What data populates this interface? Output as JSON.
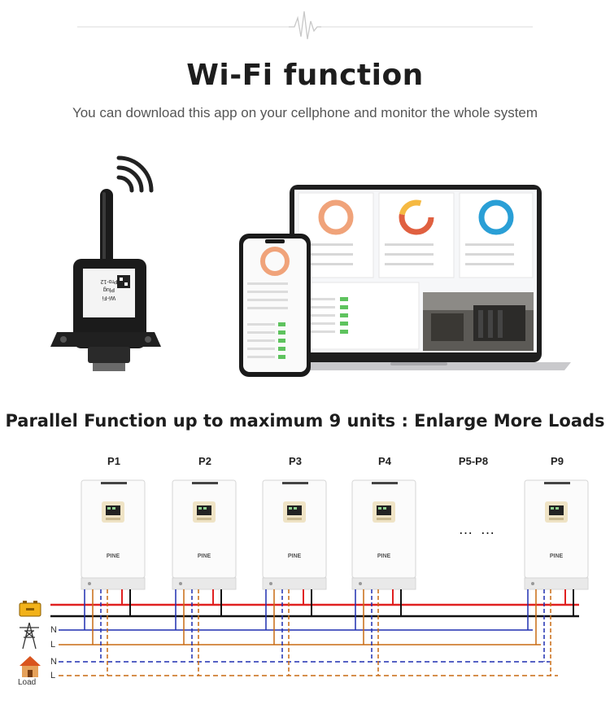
{
  "title": "Wi-Fi function",
  "subtitle": "You can download this app on your cellphone and monitor the whole system",
  "section2_title": "Parallel Function up to maximum 9 units : Enlarge More Loads",
  "units": [
    "P1",
    "P2",
    "P3",
    "P4",
    "P5-P8",
    "P9"
  ],
  "ellipsis": "… …",
  "wire_labels": {
    "grid_n": "N",
    "grid_l": "L",
    "load_n": "N",
    "load_l": "L"
  },
  "load_label": "Load",
  "brand_text": "PINE",
  "dongle_text": [
    "Wi-Fi",
    "Plug",
    "Pro-12"
  ],
  "colors": {
    "battery_line": "#e02020",
    "black_line": "#111111",
    "n_line": "#1f2fb0",
    "l_line": "#c96a12"
  }
}
